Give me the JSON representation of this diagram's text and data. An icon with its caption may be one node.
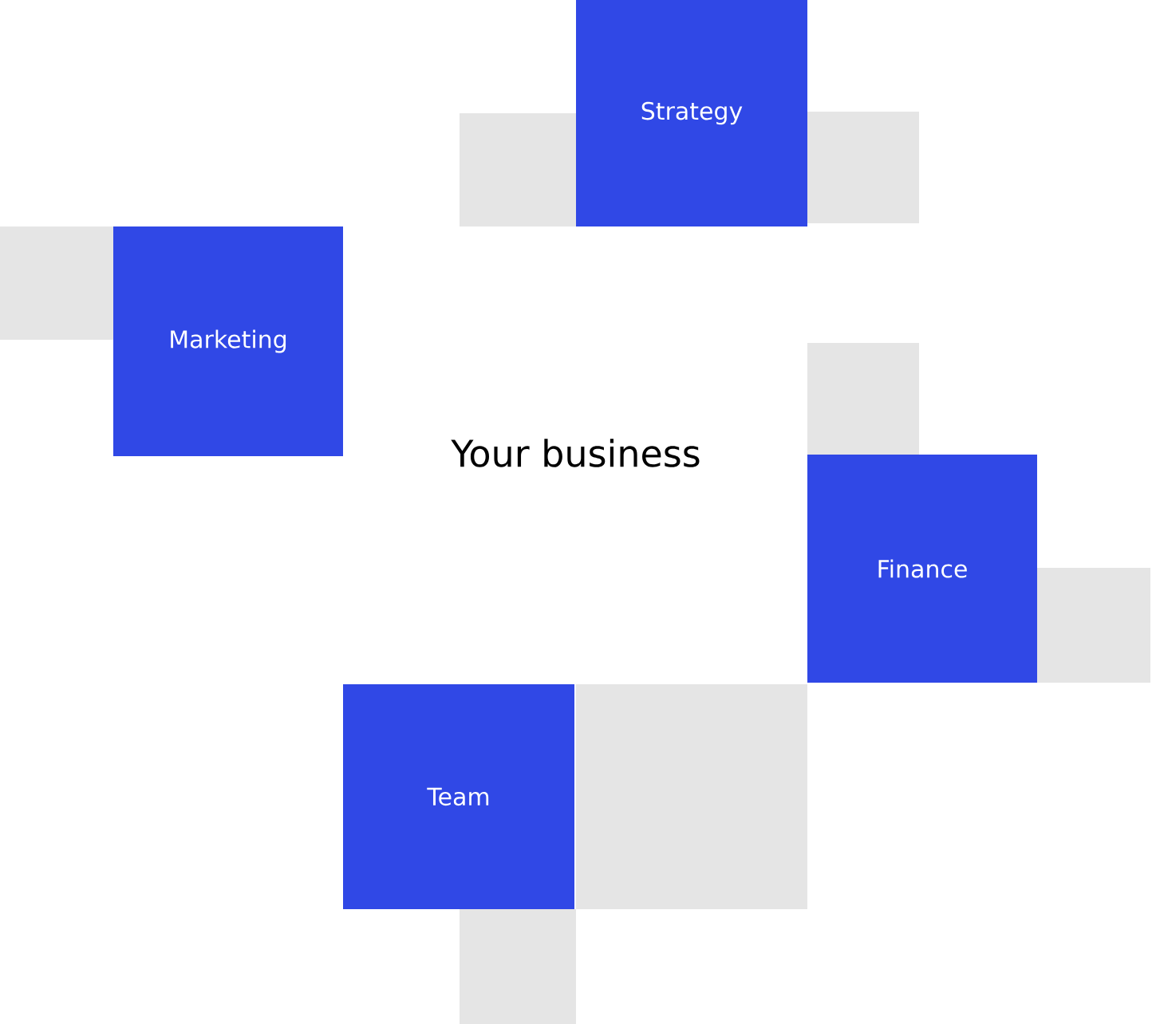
{
  "diagram": {
    "nodes": [
      {
        "text": [
          "Strategy"
        ]
      },
      {
        "text": [
          "Marketing"
        ]
      },
      {
        "text": [
          "Your business"
        ]
      },
      {
        "text": [
          "Finance"
        ]
      },
      {
        "text": [
          "Team"
        ]
      }
    ]
  }
}
